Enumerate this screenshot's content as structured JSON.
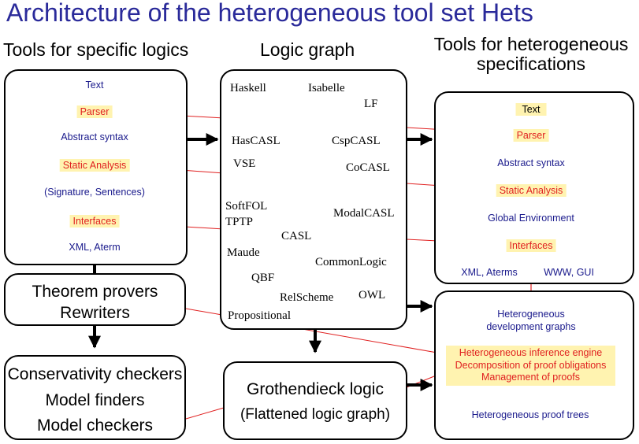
{
  "title": "Architecture of the heterogeneous tool set Hets",
  "headers": {
    "left": "Tools for specific logics",
    "middle": "Logic graph",
    "right_line1": "Tools for heterogeneous",
    "right_line2": "specifications"
  },
  "left_pipeline": {
    "text": "Text",
    "parser": "Parser",
    "abstract_syntax": "Abstract syntax",
    "static_analysis": "Static Analysis",
    "signature": "(Signature, Sentences)",
    "interfaces": "Interfaces",
    "xml": "XML, Aterm"
  },
  "theorem_box": {
    "line1": "Theorem provers",
    "line2": "Rewriters"
  },
  "checkers_box": {
    "line1": "Conservativity checkers",
    "line2": "Model finders",
    "line3": "Model checkers"
  },
  "grothendieck_box": {
    "line1": "Grothendieck logic",
    "line2": "(Flattened logic graph)"
  },
  "logics": {
    "haskell": "Haskell",
    "isabelle": "Isabelle",
    "lf": "LF",
    "hascasl": "HasCASL",
    "cspcasl": "CspCASL",
    "vse": "VSE",
    "cocasl": "CoCASL",
    "softfol": "SoftFOL",
    "tptp": "TPTP",
    "modalcasl": "ModalCASL",
    "casl": "CASL",
    "maude": "Maude",
    "commonlogic": "CommonLogic",
    "qbf": "QBF",
    "relscheme": "RelScheme",
    "owl": "OWL",
    "propositional": "Propositional"
  },
  "right_pipeline": {
    "text": "Text",
    "parser": "Parser",
    "abstract_syntax": "Abstract syntax",
    "static_analysis": "Static Analysis",
    "global_env": "Global Environment",
    "interfaces": "Interfaces",
    "xml": "XML, Aterms",
    "www": "WWW, GUI"
  },
  "dev_box": {
    "dev_line1": "Heterogeneous",
    "dev_line2": "development graphs",
    "inference": "Heterogeneous inference engine",
    "decomposition": "Decomposition of proof obligations",
    "management": "Management of proofs",
    "proof_trees": "Heterogeneous proof trees"
  },
  "colors": {
    "title": "#2a2a9a",
    "pipeline_text": "#1a1a8c",
    "highlight_text": "#e02020",
    "highlight_bg": "#fff3b0",
    "connector": "#e02020"
  }
}
